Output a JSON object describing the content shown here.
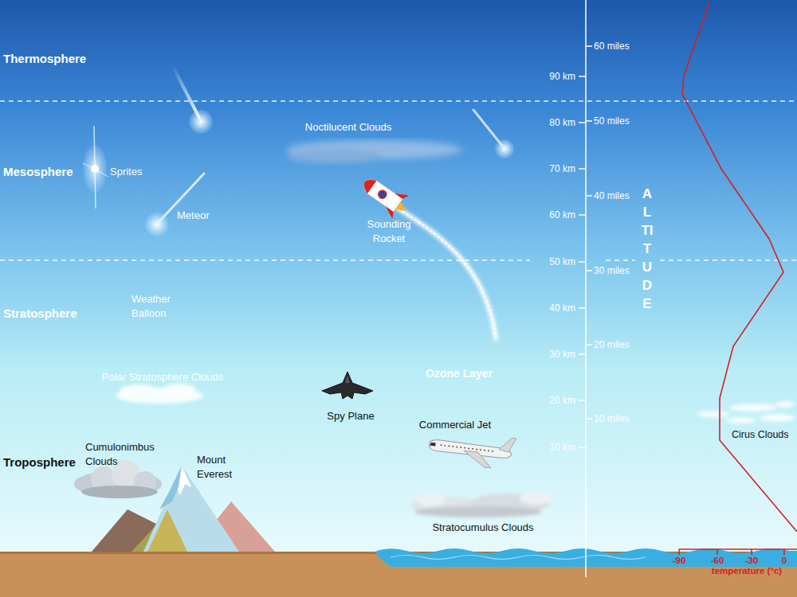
{
  "diagram": {
    "labels": [
      "Thermosphere",
      "Mesosphere",
      "Stratosphere",
      "Troposphere",
      "Noctilucent Clouds",
      "Sprites",
      "Meteor",
      "Sounding Rocket",
      "Weather Balloon",
      "Polar Stratosphere Clouds",
      "Ozone Layer",
      "Spy Plane",
      "Commercial Jet",
      "Cumulonimbus Clouds",
      "Mount Everest",
      "Stratocumulus Clouds",
      "Cirus Clouds",
      "60 miles",
      "90 km",
      "50 miles",
      "80 km",
      "70 km",
      "40 miles",
      "60 km",
      "50 km",
      "30 miles",
      "40 km",
      "30 km",
      "20 miles",
      "20 km",
      "10 miles",
      "10 km",
      "ALTITUDE",
      "-90",
      "-60",
      "-30",
      "0",
      "temperature (°c)"
    ]
  }
}
